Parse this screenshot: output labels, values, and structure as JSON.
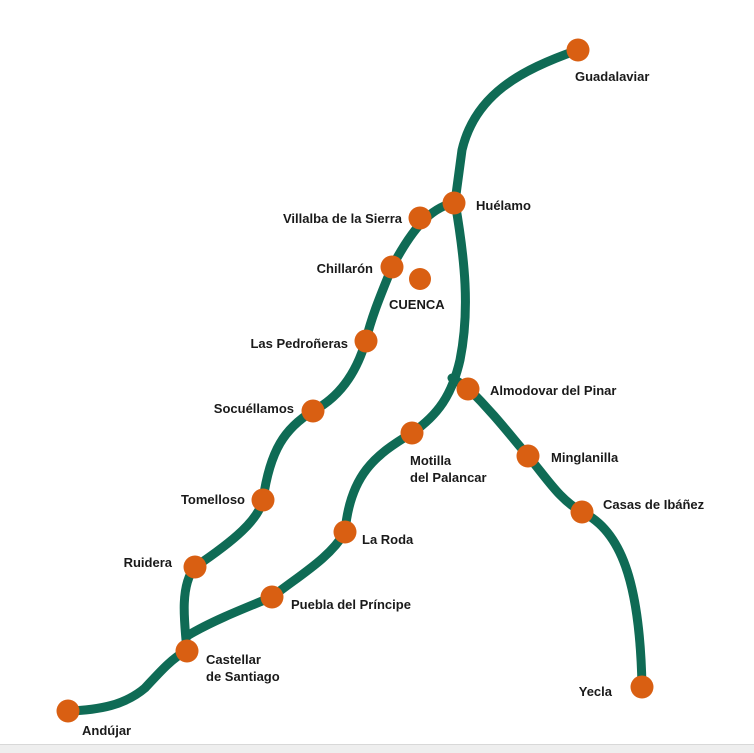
{
  "colors": {
    "route": "#0f6b55",
    "station": "#d95f12",
    "label": "#1a1a1a",
    "background": "#ffffff"
  },
  "routes": [
    {
      "id": "north-branch",
      "stops": [
        "Guadalaviar",
        "Huélamo"
      ]
    },
    {
      "id": "west-line",
      "stops": [
        "Huélamo",
        "Villalba de la Sierra",
        "Chillarón",
        "Las Pedroñeras",
        "Socuéllamos",
        "Tomelloso",
        "Ruidera",
        "Castellar de Santiago",
        "Andújar"
      ]
    },
    {
      "id": "central-line",
      "stops": [
        "Huélamo",
        "Motilla del Palancar",
        "La Roda",
        "Puebla del Príncipe",
        "Castellar de Santiago"
      ]
    },
    {
      "id": "east-branch",
      "stops": [
        "Almodovar del Pinar",
        "Minglanilla",
        "Casas de Ibáñez",
        "Yecla"
      ]
    }
  ],
  "stations": [
    {
      "id": "guadalaviar",
      "lines": [
        "Guadalaviar"
      ]
    },
    {
      "id": "huelamo",
      "lines": [
        "Huélamo"
      ]
    },
    {
      "id": "villalba",
      "lines": [
        "Villalba de la Sierra"
      ]
    },
    {
      "id": "chillaron",
      "lines": [
        "Chillarón"
      ]
    },
    {
      "id": "cuenca",
      "lines": [
        "CUENCA"
      ]
    },
    {
      "id": "pedroneras",
      "lines": [
        "Las Pedroñeras"
      ]
    },
    {
      "id": "almodovar",
      "lines": [
        "Almodovar del Pinar"
      ]
    },
    {
      "id": "socuellamos",
      "lines": [
        "Socuéllamos"
      ]
    },
    {
      "id": "motilla",
      "lines": [
        "Motilla",
        "del Palancar"
      ]
    },
    {
      "id": "minglanilla",
      "lines": [
        "Minglanilla"
      ]
    },
    {
      "id": "tomelloso",
      "lines": [
        "Tomelloso"
      ]
    },
    {
      "id": "casas",
      "lines": [
        "Casas de Ibáñez"
      ]
    },
    {
      "id": "laroda",
      "lines": [
        "La Roda"
      ]
    },
    {
      "id": "ruidera",
      "lines": [
        "Ruidera"
      ]
    },
    {
      "id": "puebla",
      "lines": [
        "Puebla del Príncipe"
      ]
    },
    {
      "id": "castellar",
      "lines": [
        "Castellar",
        "de Santiago"
      ]
    },
    {
      "id": "yecla",
      "lines": [
        "Yecla"
      ]
    },
    {
      "id": "andujar",
      "lines": [
        "Andújar"
      ]
    }
  ]
}
